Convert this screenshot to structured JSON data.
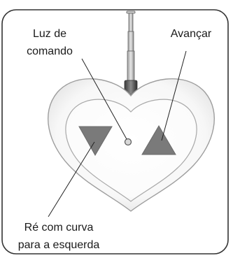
{
  "labels": {
    "indicator_line1": "Luz de",
    "indicator_line2": "comando",
    "forward": "Avançar",
    "reverse_line1": "Ré com curva",
    "reverse_line2": "para a esquerda"
  },
  "colors": {
    "frame_border": "#333333",
    "heart_outline": "#9e9e9e",
    "heart_fill": "#ffffff",
    "arrow_fill": "#7a7a7a",
    "antenna": "#555555",
    "text": "#1a1a1a"
  },
  "icons": {
    "reverse_left": "triangle-down",
    "forward": "triangle-up",
    "indicator": "dot"
  }
}
